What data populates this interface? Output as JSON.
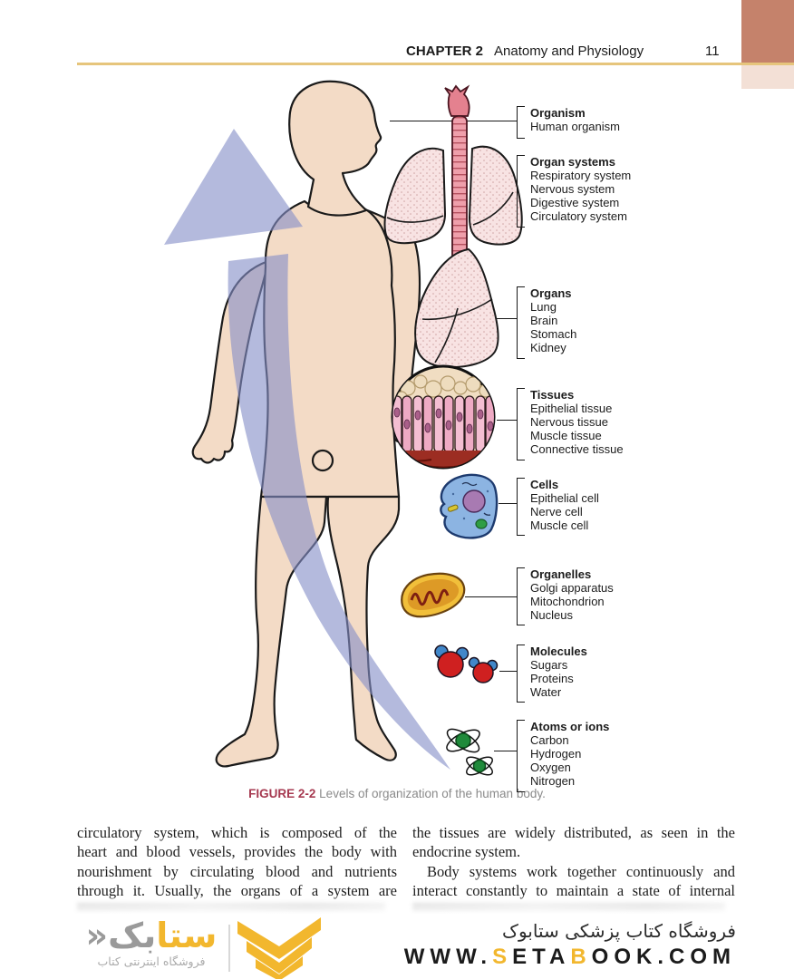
{
  "header": {
    "chapter_label": "CHAPTER 2",
    "chapter_title": "Anatomy and Physiology",
    "page_number": "11"
  },
  "figure": {
    "caption": {
      "label": "FIGURE 2-2",
      "text": "Levels of organization of the human body."
    },
    "levels": [
      {
        "title": "Organism",
        "items": [
          "Human organism"
        ]
      },
      {
        "title": "Organ systems",
        "items": [
          "Respiratory system",
          "Nervous system",
          "Digestive system",
          "Circulatory system"
        ]
      },
      {
        "title": "Organs",
        "items": [
          "Lung",
          "Brain",
          "Stomach",
          "Kidney"
        ]
      },
      {
        "title": "Tissues",
        "items": [
          "Epithelial tissue",
          "Nervous tissue",
          "Muscle tissue",
          "Connective tissue"
        ]
      },
      {
        "title": "Cells",
        "items": [
          "Epithelial cell",
          "Nerve cell",
          "Muscle cell"
        ]
      },
      {
        "title": "Organelles",
        "items": [
          "Golgi apparatus",
          "Mitochondrion",
          "Nucleus"
        ]
      },
      {
        "title": "Molecules",
        "items": [
          "Sugars",
          "Proteins",
          "Water"
        ]
      },
      {
        "title": "Atoms or ions",
        "items": [
          "Carbon",
          "Hydrogen",
          "Oxygen",
          "Nitrogen"
        ]
      }
    ]
  },
  "article": {
    "left_column": {
      "line1": "circulatory system, which is composed of the",
      "line2": "heart and blood vessels, provides the body with",
      "line3": "nourishment by circulating blood and nutrients",
      "line4": "through it. Usually, the organs of a system are"
    },
    "right_column": {
      "line1": "the tissues are widely distributed, as seen in the",
      "line2": "endocrine system.",
      "line3": "Body systems work together continuously and",
      "line4": "interact constantly to maintain a state of internal"
    }
  },
  "footer": {
    "brand_wordmark_yellow": "ستا",
    "brand_wordmark_gray": "بک«",
    "brand_subtitle": "فروشگاه اینترنتی کتاب",
    "store_title": "فروشگاه کتاب پزشکی ستابوک",
    "url": {
      "www": "WWW.",
      "s": "S",
      "eta": "ETA",
      "b": "B",
      "ook_com": "OOK.COM"
    }
  },
  "colors": {
    "accent_dark": "#c5826b",
    "accent_light": "#f3e0d6",
    "gold_rule": "#e6c57c",
    "caption_label": "#a63950",
    "brand_yellow": "#f2b72e",
    "arrow_blue": "#8690c8",
    "skin": "#f3dbc6"
  }
}
